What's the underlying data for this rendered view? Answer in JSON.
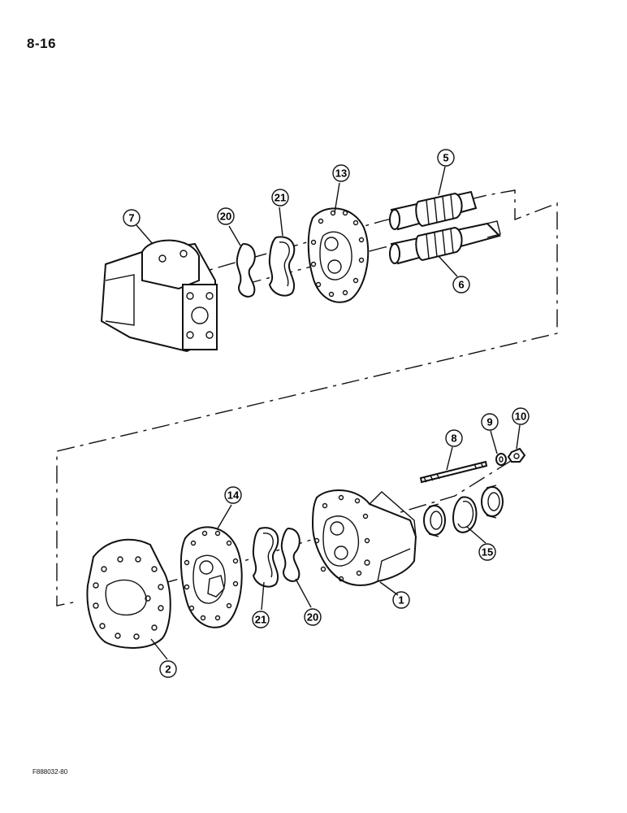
{
  "page": {
    "number": "8-16",
    "figure_code": "F888032-80"
  },
  "callouts": {
    "c1": "1",
    "c2": "2",
    "c5": "5",
    "c6": "6",
    "c7": "7",
    "c8": "8",
    "c9": "9",
    "c10": "10",
    "c13": "13",
    "c14": "14",
    "c15": "15",
    "c20_top": "20",
    "c20_bottom": "20",
    "c21_top": "21",
    "c21_bottom": "21"
  }
}
